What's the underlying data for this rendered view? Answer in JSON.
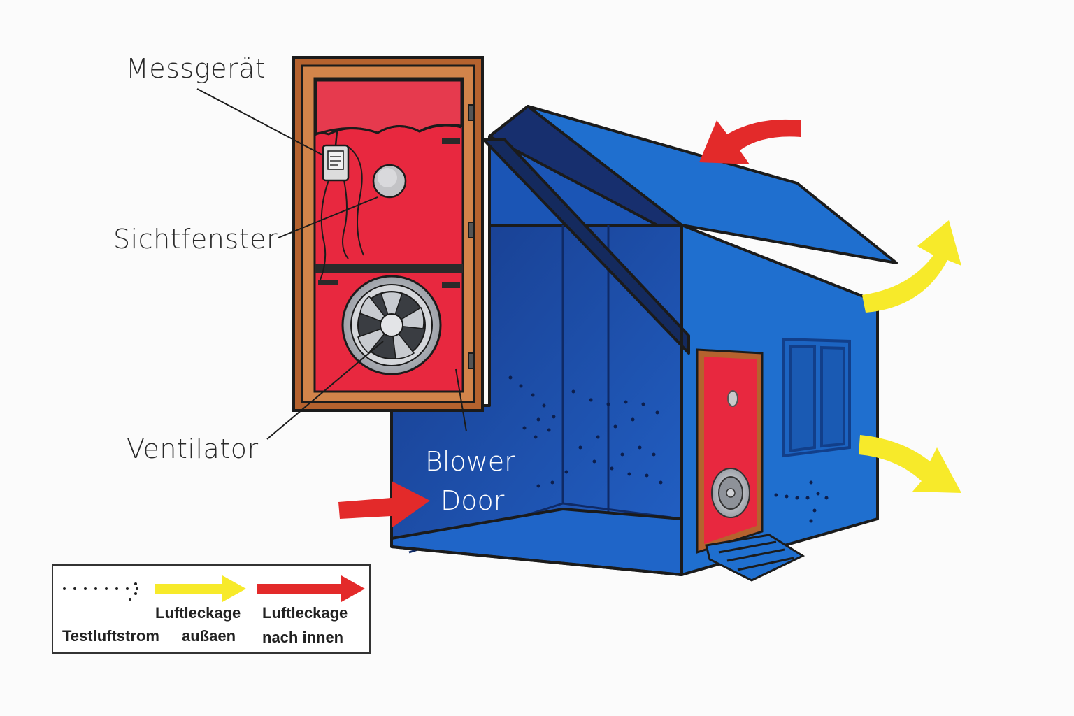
{
  "labels": {
    "messgeraet": "Messgerät",
    "sichtfenster": "Sichtfenster",
    "ventilator": "Ventilator",
    "blower_line1": "Blower",
    "blower_line2": "Door"
  },
  "legend": {
    "testluftstrom": "Testluftstrom",
    "aussen_line1": "Luftleckage",
    "aussen_line2": "außaen",
    "innen_line1": "Luftleckage",
    "innen_line2": "nach innen"
  },
  "colors": {
    "house_blue": "#1f6fcf",
    "house_dark": "#123f8a",
    "door_red": "#e8283f",
    "frame_brown": "#b5622e",
    "arrow_red": "#e32a2a",
    "arrow_yellow": "#f7ea2a",
    "fan_grey": "#b9bcc2"
  },
  "icons": {
    "arrow_in": "red-arrow-icon",
    "arrow_out": "yellow-arrow-icon",
    "airflow": "dotted-airflow-icon"
  }
}
